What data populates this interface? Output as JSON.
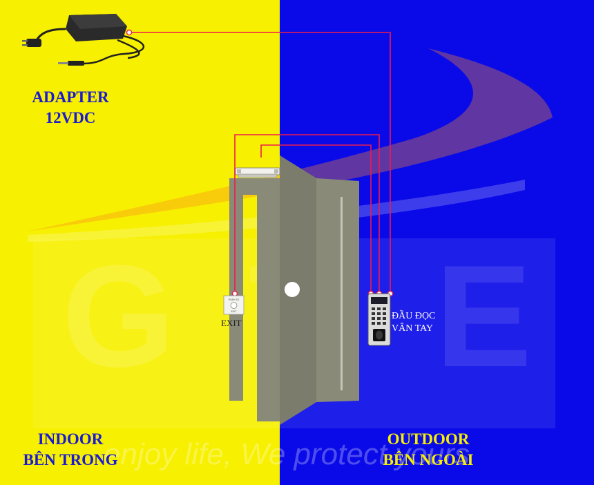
{
  "colors": {
    "indoor_bg": "#f7f000",
    "outdoor_bg": "#0a0ae8",
    "wire": "#ee1c4a",
    "door": "#8a8a78",
    "indoor_text": "#1a1ad0",
    "outdoor_text": "#f7f000"
  },
  "adapter": {
    "icon": "power-adapter-icon",
    "label_line1": "ADAPTER",
    "label_line2": "12VDC"
  },
  "exit_button": {
    "icon": "exit-push-button-icon",
    "label": "EXIT",
    "plate_text_top": "PUSH TO",
    "plate_text_bottom": "EXIT"
  },
  "reader": {
    "icon": "fingerprint-reader-icon",
    "label_line1": "ĐẦU ĐỌC",
    "label_line2": "VÂN TAY"
  },
  "lock": {
    "icon": "magnetic-lock-icon"
  },
  "zones": {
    "indoor_line1": "INDOOR",
    "indoor_line2": "BÊN TRONG",
    "outdoor_line1": "OUTDOOR",
    "outdoor_line2": "BÊN NGOÀI"
  },
  "watermark": {
    "logo_letters": "GTE",
    "slogan": "enjoy life, We protect yours"
  }
}
